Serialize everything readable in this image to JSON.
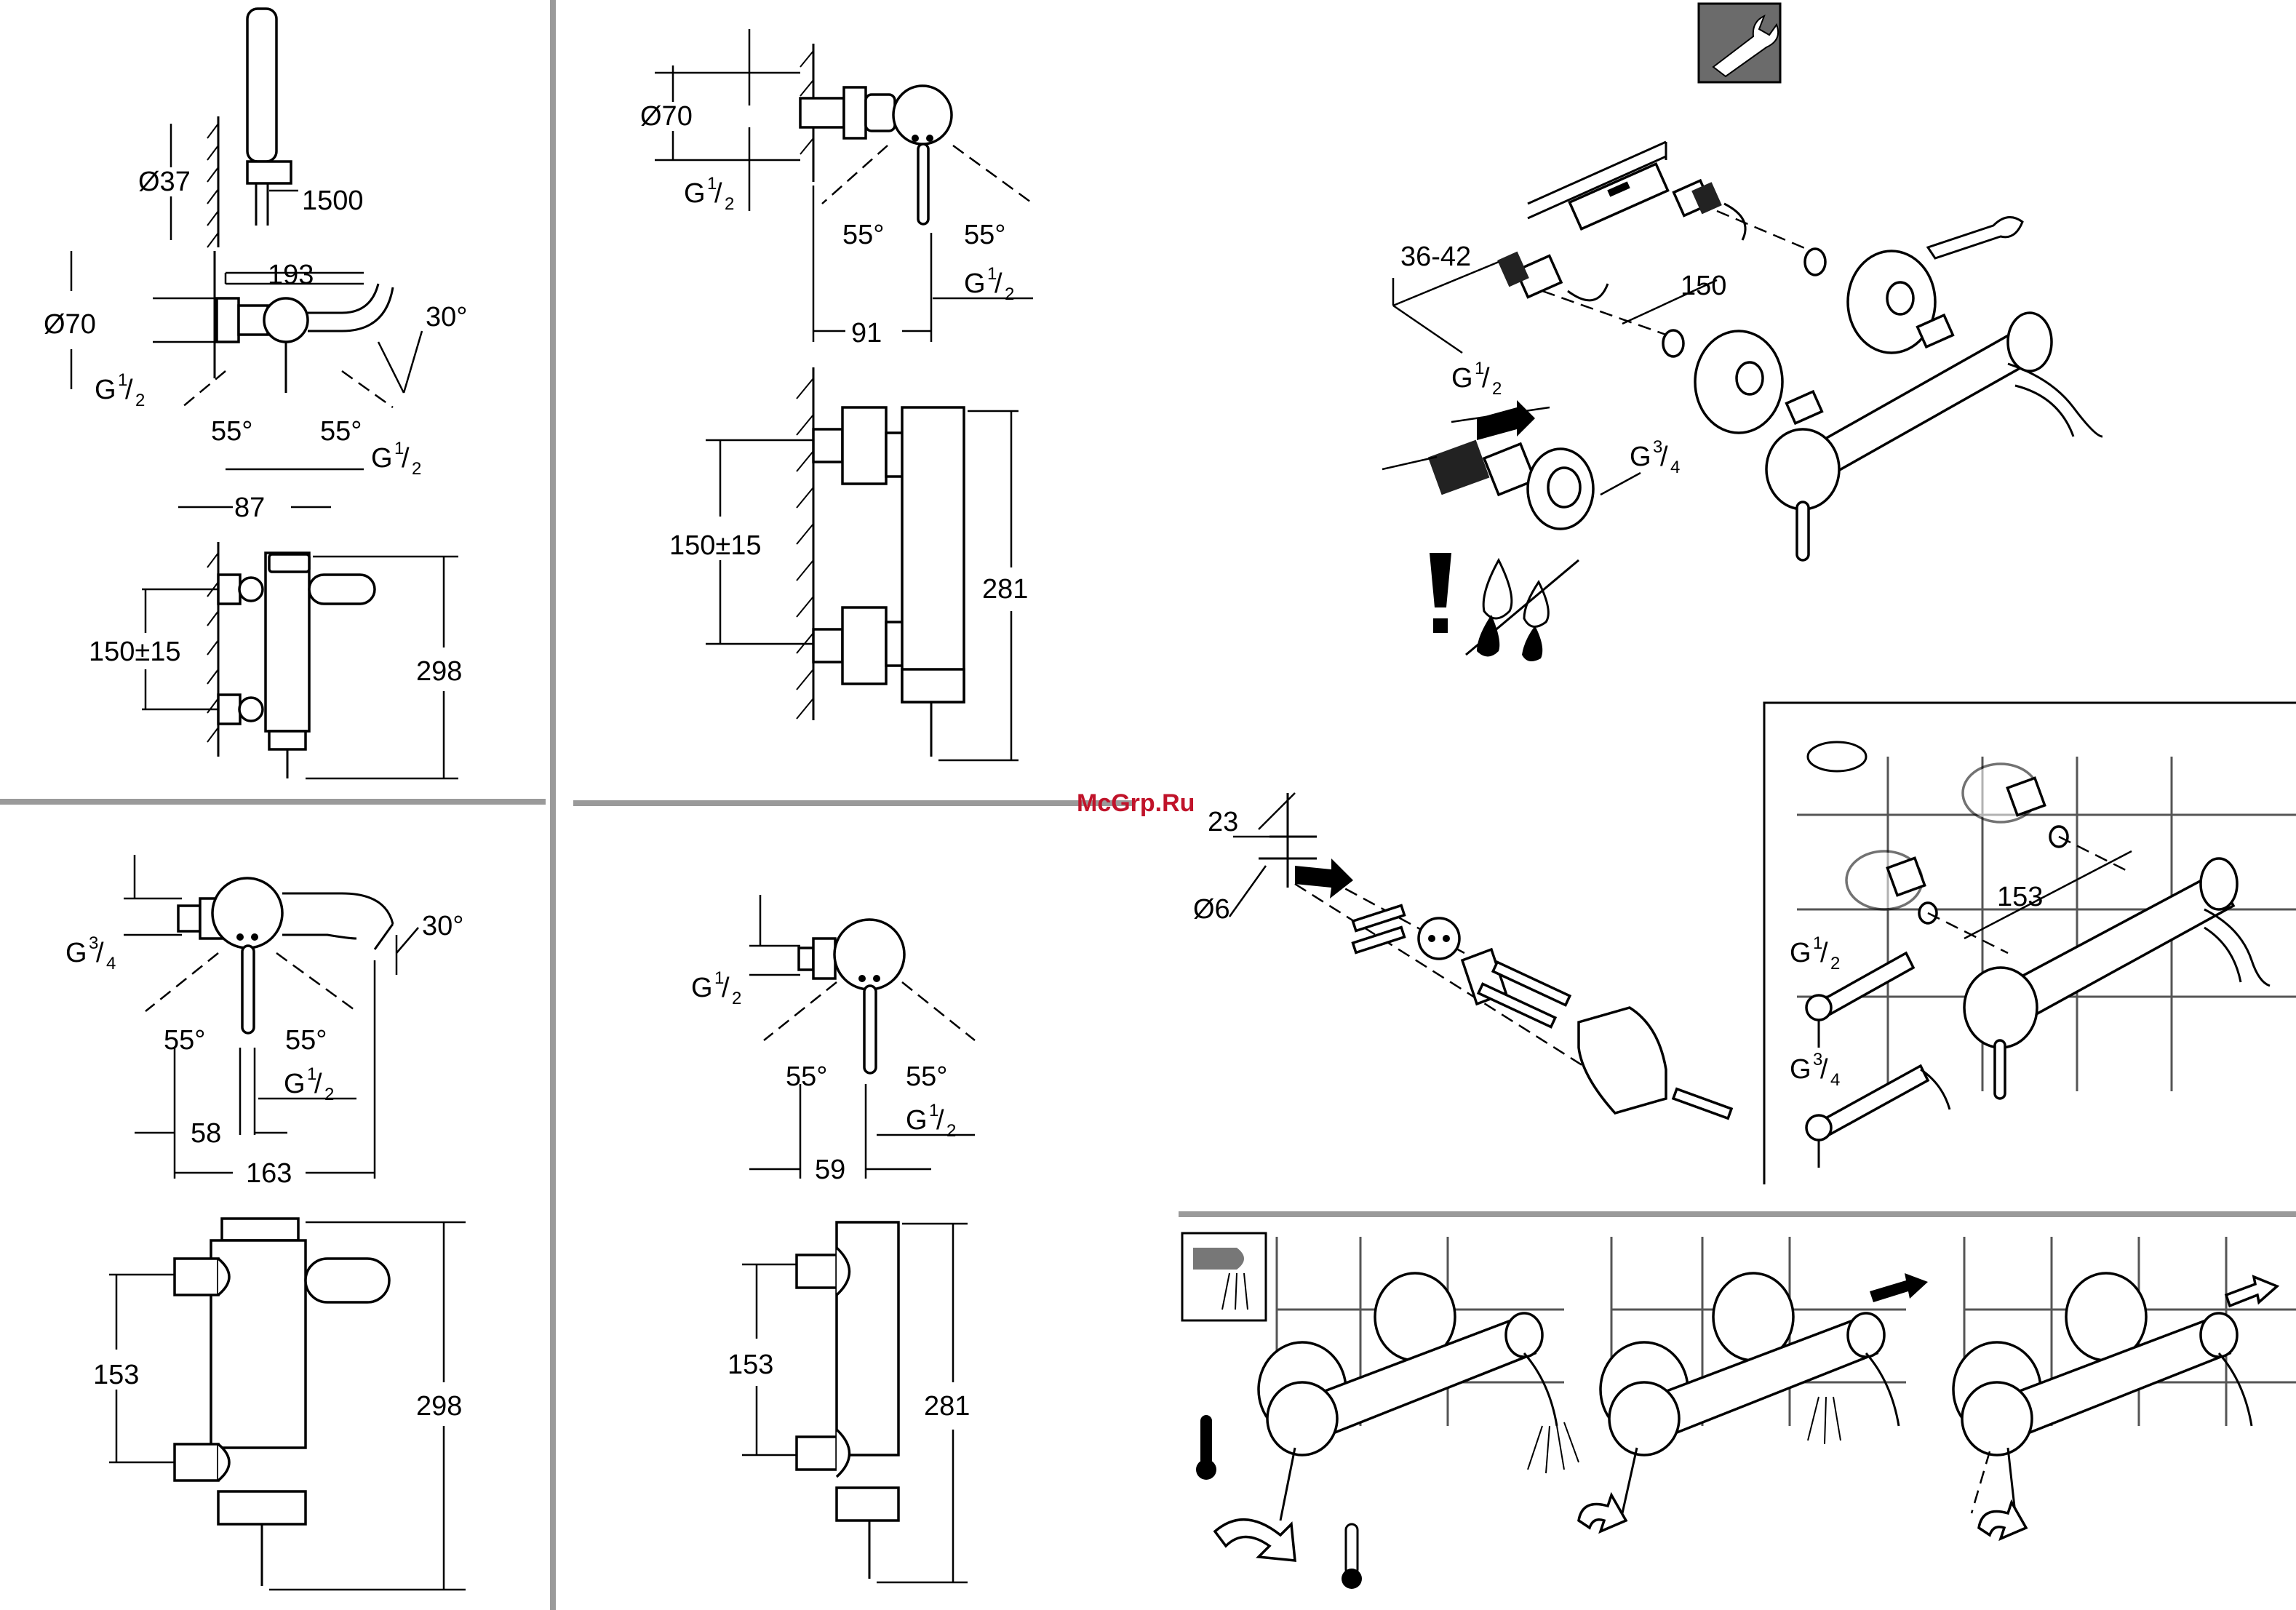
{
  "watermark": "McGrp.Ru",
  "colors": {
    "line": "#000000",
    "separator": "#9a9a9a",
    "watermark": "#c0132a",
    "icon_bg": "#6b6b6b"
  },
  "icons": {
    "tools": "wrench-icon",
    "hot": "thermometer-hot-icon",
    "cold": "thermometer-cold-icon",
    "warning": "exclamation-icon",
    "drops": "water-drops-icon",
    "spray": "shower-spray-icon"
  },
  "panel_a": {
    "shower_dia": "Ø37",
    "shower_hose": "1500",
    "top_width": "193",
    "rose_dia": "Ø70",
    "spout_angle": "30°",
    "thread": {
      "main": "G",
      "num": "1",
      "den": "2"
    },
    "angle_left": "55°",
    "angle_right": "55°",
    "thread_side": {
      "main": "G",
      "num": "1",
      "den": "2"
    },
    "projection": "87",
    "centres": "150±15",
    "height": "298"
  },
  "panel_b": {
    "rose_dia": "Ø70",
    "thread": {
      "main": "G",
      "num": "1",
      "den": "2"
    },
    "angle_left": "55°",
    "angle_right": "55°",
    "thread_side": {
      "main": "G",
      "num": "1",
      "den": "2"
    },
    "projection": "91",
    "centres": "150±15",
    "height": "281"
  },
  "panel_c": {
    "thread": {
      "main": "G",
      "num": "3",
      "den": "4"
    },
    "spout_angle": "30°",
    "angle_left": "55°",
    "angle_right": "55°",
    "thread_side": {
      "main": "G",
      "num": "1",
      "den": "2"
    },
    "projection": "58",
    "width": "163",
    "centres": "153",
    "height": "298"
  },
  "panel_d": {
    "thread": {
      "main": "G",
      "num": "1",
      "den": "2"
    },
    "angle_left": "55°",
    "angle_right": "55°",
    "thread_side": {
      "main": "G",
      "num": "1",
      "den": "2"
    },
    "projection": "59",
    "centres": "153",
    "height": "281"
  },
  "install": {
    "depth_range": "36-42",
    "centres": "150",
    "thread_in": {
      "main": "G",
      "num": "1",
      "den": "2"
    },
    "thread_out": {
      "main": "G",
      "num": "3",
      "den": "4"
    }
  },
  "bracket": {
    "depth": "23",
    "drill_dia": "Ø6"
  },
  "variants": {
    "centres": "153",
    "thread_a": {
      "main": "G",
      "num": "1",
      "den": "2"
    },
    "thread_b": {
      "main": "G",
      "num": "3",
      "den": "4"
    }
  }
}
